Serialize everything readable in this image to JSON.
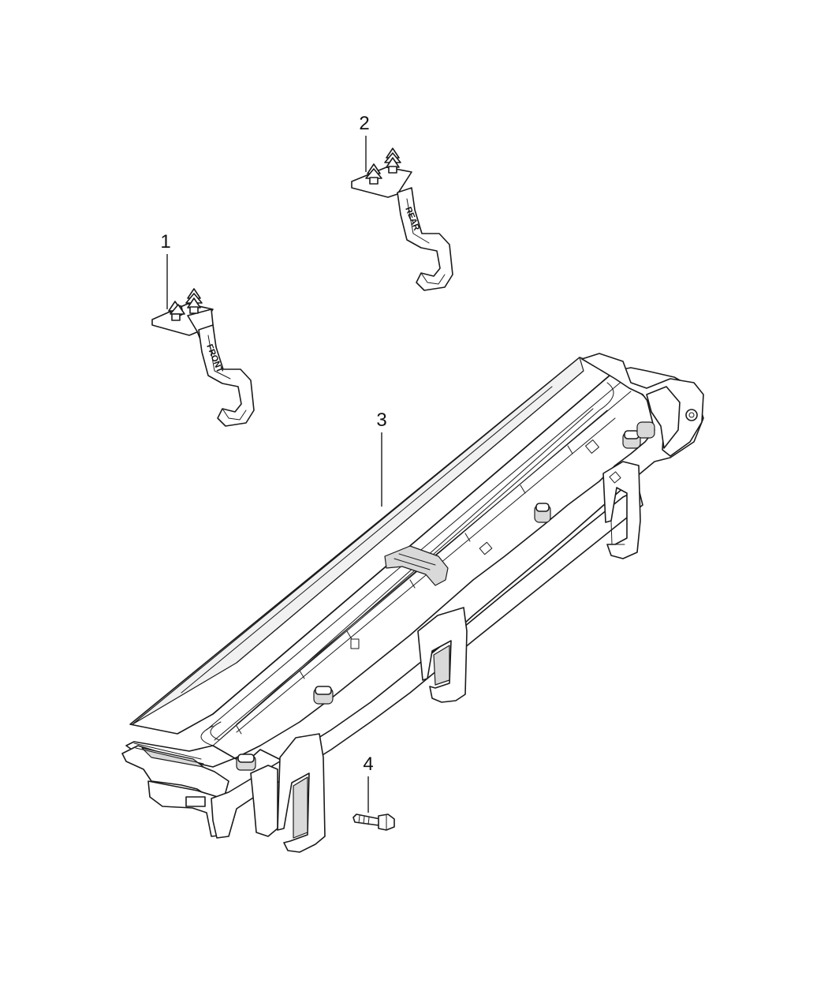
{
  "callouts": [
    {
      "number": "1"
    },
    {
      "number": "2"
    },
    {
      "number": "3"
    },
    {
      "number": "4"
    }
  ],
  "parts": {
    "bracket_front_label": "FRONT",
    "bracket_rear_label": "REAR"
  },
  "colors": {
    "line": "#1a1a1a",
    "background": "#ffffff",
    "shade": "#d9d9d9"
  }
}
